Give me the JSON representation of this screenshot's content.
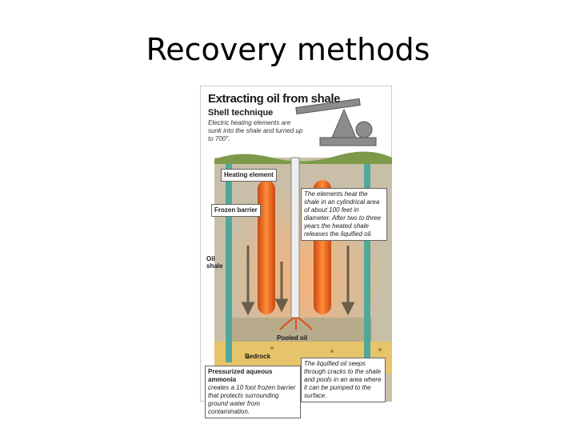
{
  "slide": {
    "title": "Recovery methods"
  },
  "figure": {
    "header": "Extracting oil from shale",
    "subheader": "Shell technique",
    "intro": "Electric heating elements are sunk into the shale and turned up to 700°.",
    "labels": {
      "heating_element": "Heating element",
      "frozen_barrier": "Frozen barrier",
      "oil_shale": "Oil shale",
      "pooled_oil": "Pooled oil",
      "bedrock": "Bedrock"
    },
    "callouts": {
      "elements": "The elements heat the shale in an cylindrical area of about 100 feet in diameter. After two to three years the heated shale releases the liquified oil.",
      "ammonia_title": "Pressurized aqueous ammonia",
      "ammonia_text": "creates a 10 foot frozen barrier that protects surrounding ground water from contamination.",
      "seeps": "The liquified oil seeps through cracks to the shale and pools in an area where it can be pumped to the surface."
    },
    "colors": {
      "sky": "#ffffff",
      "ground": "#c9bfa8",
      "heat": "#f06a1a",
      "pipe": "#4fa89a",
      "bedrock": "#e6c46a"
    }
  }
}
